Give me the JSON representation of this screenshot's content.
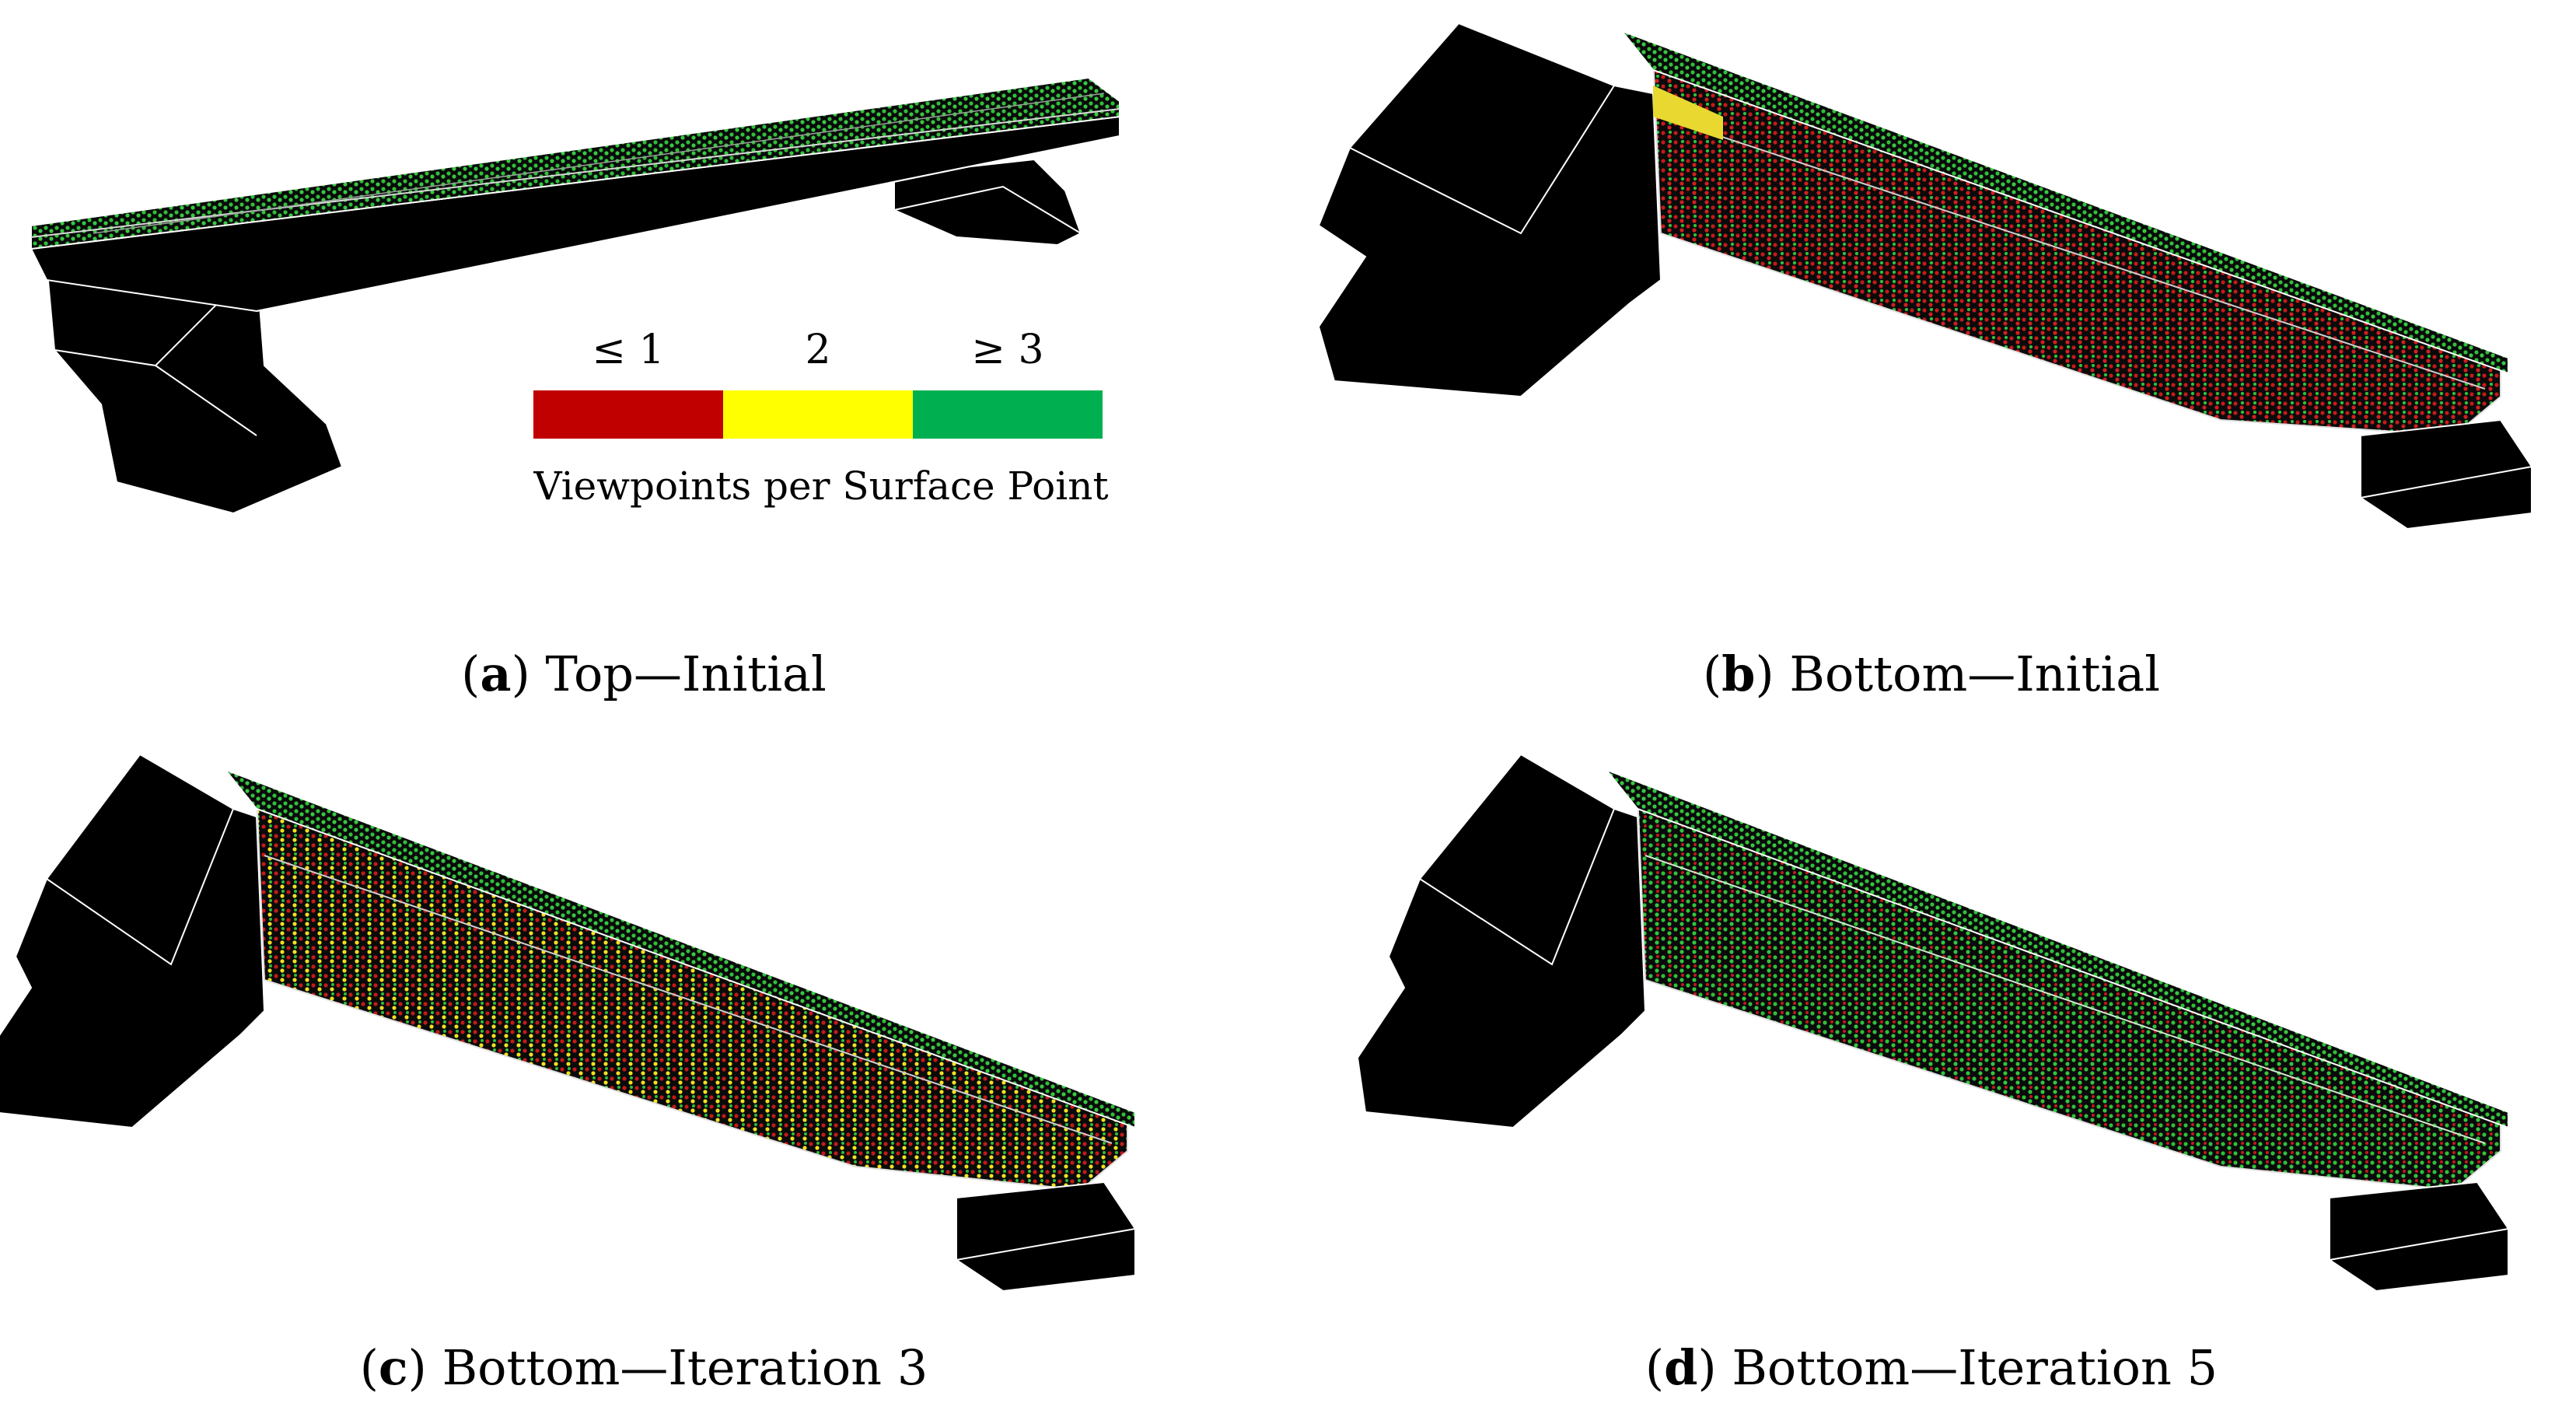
{
  "figure": {
    "panels": [
      {
        "letter": "a",
        "title": "Top—Initial"
      },
      {
        "letter": "b",
        "title": "Bottom—Initial"
      },
      {
        "letter": "c",
        "title": "Bottom—Iteration 3"
      },
      {
        "letter": "d",
        "title": "Bottom—Iteration 5"
      }
    ],
    "legend": {
      "title": "Viewpoints per Surface Point",
      "categories": [
        {
          "label": "≤ 1",
          "color": "#c00000"
        },
        {
          "label": "2",
          "color": "#ffff00"
        },
        {
          "label": "≥ 3",
          "color": "#00b050"
        }
      ]
    }
  }
}
